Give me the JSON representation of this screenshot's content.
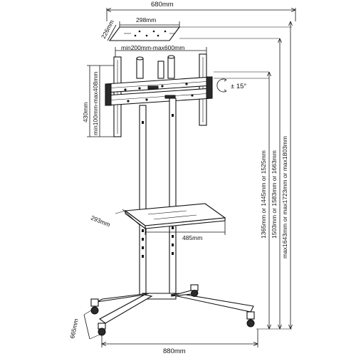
{
  "dimensions": {
    "top_width": "680mm",
    "plate_width": "298mm",
    "plate_depth": "226mm",
    "vesa_horizontal": "min200mm-max600mm",
    "bracket_height": "430mm",
    "vesa_vertical": "min100mm-max408mm",
    "tilt": "± 15°",
    "shelf_depth": "293mm",
    "shelf_width": "485mm",
    "base_width": "880mm",
    "base_depth": "665mm",
    "height_1": "1365mm or 1445mm or 1525mm",
    "height_2": "1503mm or 1583mm or 1663mm",
    "height_3": "max1643mm or max1723mm or max1803mm"
  }
}
